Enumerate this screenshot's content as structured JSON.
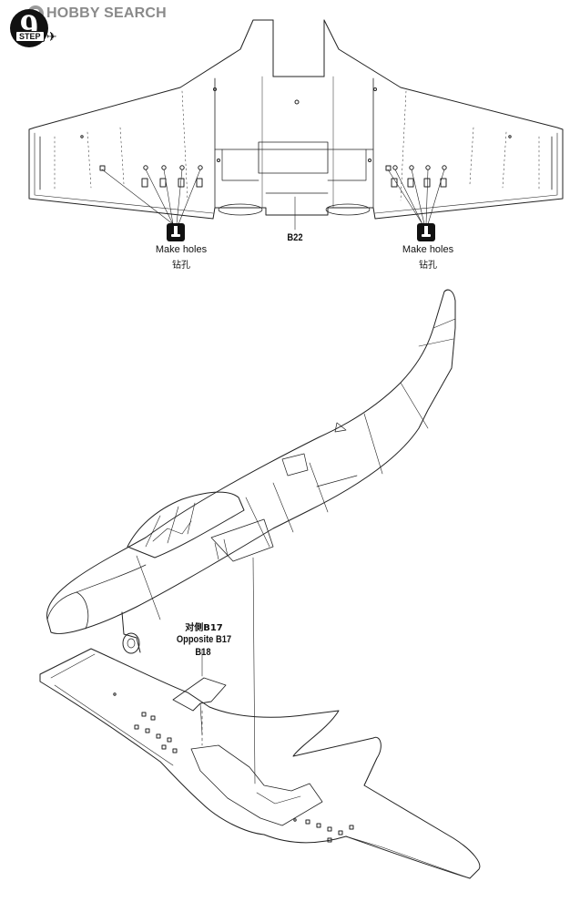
{
  "watermark": {
    "text": "HOBBY SEARCH",
    "icon": "hobbysearch-logo-icon"
  },
  "step": {
    "label": "STEP",
    "number": "9",
    "icon": "jet-silhouette-icon"
  },
  "upper_diagram": {
    "part_label": "B22",
    "left_callout": {
      "en": "Make holes",
      "cn": "钻孔",
      "icon": "drill-icon"
    },
    "right_callout": {
      "en": "Make holes",
      "cn": "钻孔",
      "icon": "drill-icon"
    }
  },
  "lower_diagram": {
    "callout_line1": "对側B17",
    "callout_line2": "Opposite B17",
    "callout_line3": "B18"
  }
}
